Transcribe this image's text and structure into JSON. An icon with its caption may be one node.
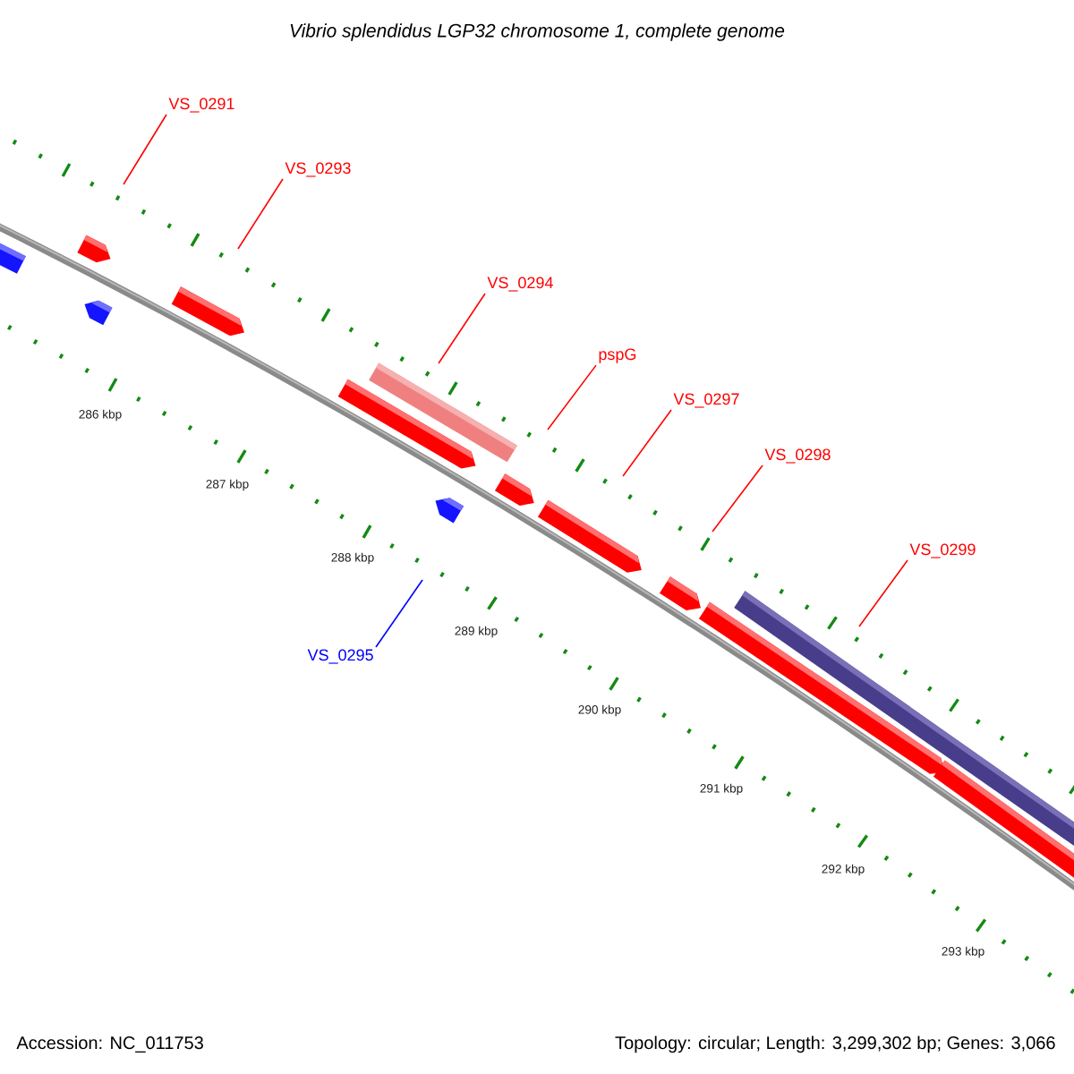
{
  "diagram": {
    "title": "Vibrio splendidus LGP32 chromosome 1, complete genome",
    "nodes": [
      {
        "text": [
          "VS_0291"
        ]
      },
      {
        "text": [
          "VS_0293"
        ]
      },
      {
        "text": [
          "VS_0294"
        ]
      },
      {
        "text": [
          "pspG"
        ]
      },
      {
        "text": [
          "VS_0297"
        ]
      },
      {
        "text": [
          "VS_0298"
        ]
      },
      {
        "text": [
          "VS_0299"
        ]
      },
      {
        "text": [
          "VS_0295"
        ]
      }
    ],
    "edges": [
      {
        "from": 0,
        "to": null,
        "arrow": "none"
      },
      {
        "from": 1,
        "to": null,
        "arrow": "none"
      },
      {
        "from": 2,
        "to": null,
        "arrow": "none"
      },
      {
        "from": 3,
        "to": null,
        "arrow": "none"
      },
      {
        "from": 4,
        "to": null,
        "arrow": "none"
      },
      {
        "from": 5,
        "to": null,
        "arrow": "none"
      },
      {
        "from": 6,
        "to": null,
        "arrow": "none"
      },
      {
        "from": 7,
        "to": null,
        "arrow": "none",
        "color": "#0000ff"
      }
    ],
    "labels": [
      "286 kbp",
      "287 kbp",
      "288 kbp",
      "289 kbp",
      "290 kbp",
      "291 kbp",
      "292 kbp",
      "293 kbp",
      "Accession: NC_011753",
      "Topology: circular; Length: 3,299,302 bp; Genes: 3,066"
    ]
  }
}
